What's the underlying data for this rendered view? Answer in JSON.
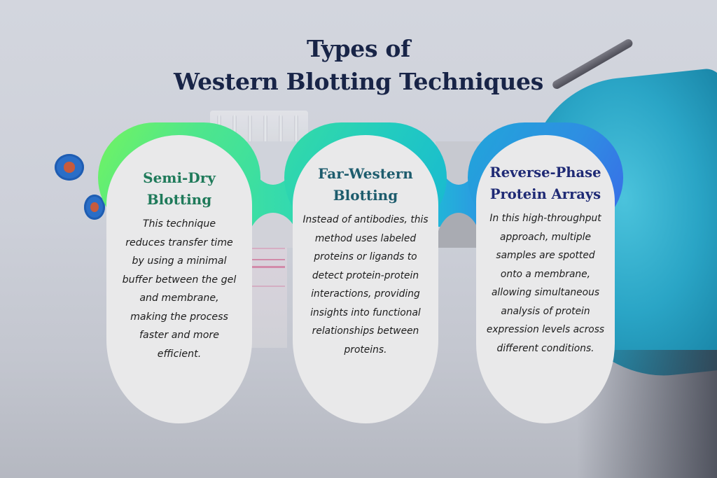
{
  "title": {
    "line1": "Types of",
    "line2": "Western Blotting Techniques",
    "color": "#182447"
  },
  "cards": [
    {
      "heading_line1": "Semi-Dry",
      "heading_line2": "Blotting",
      "heading_color": "#1f7a5a",
      "ring_gradient": [
        "#73f460",
        "#35dca9"
      ],
      "body": "This technique reduces transfer time by using a minimal buffer between the gel and membrane, making the process faster and more efficient."
    },
    {
      "heading_line1": "Far-Western",
      "heading_line2": "Blotting",
      "heading_color": "#1d5c6d",
      "ring_gradient": [
        "#35dca5",
        "#18b8d2"
      ],
      "body": "Instead of antibodies, this method uses labeled proteins or ligands to detect protein-protein interactions, providing insights into functional relationships between proteins."
    },
    {
      "heading_line1": "Reverse-Phase",
      "heading_line2": "Protein Arrays",
      "heading_color": "#1f2a75",
      "ring_gradient": [
        "#21a6da",
        "#3a6ae8"
      ],
      "body": "In this high-throughput approach, multiple samples are spotted onto a membrane, allowing simultaneous analysis of protein expression levels across different conditions."
    }
  ],
  "background": {
    "description": "lab bench photo with vials, tube rack, gel strip and gloved hand holding tweezers",
    "base_color": "#cdd0d9",
    "glove_color": "#2aa5c6"
  }
}
